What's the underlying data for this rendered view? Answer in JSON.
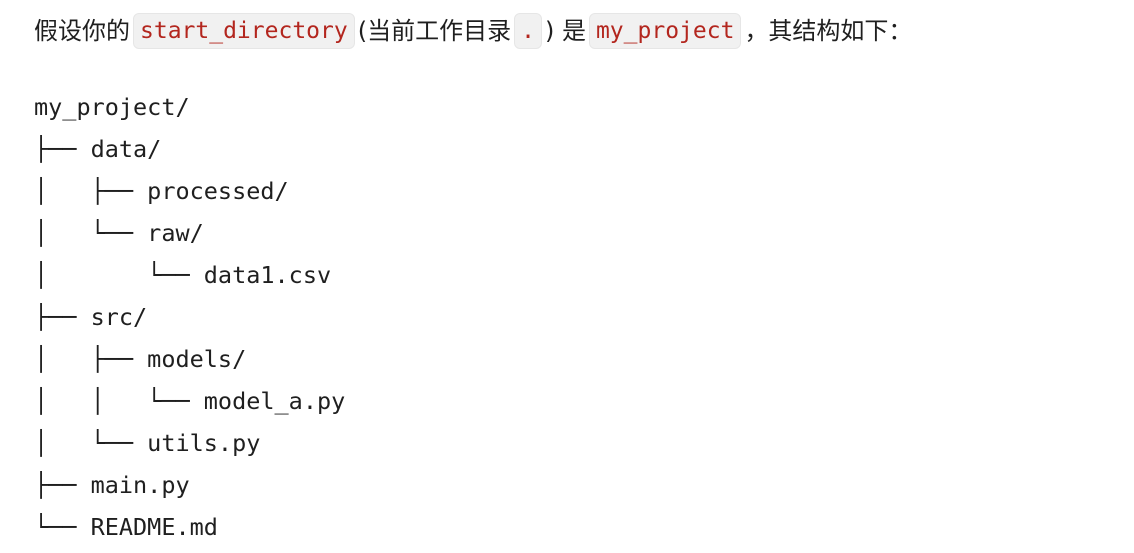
{
  "intro": {
    "text_1": "假设你的",
    "code_start": "start_directory",
    "text_2": "(当前工作目录",
    "code_dot": ".",
    "text_3": ") 是",
    "code_project": "my_project",
    "text_4": "，其结构如下："
  },
  "tree": {
    "lines": [
      "my_project/",
      "├── data/",
      "│   ├── processed/",
      "│   └── raw/",
      "│       └── data1.csv",
      "├── src/",
      "│   ├── models/",
      "│   │   └── model_a.py",
      "│   └── utils.py",
      "├── main.py",
      "└── README.md"
    ]
  }
}
